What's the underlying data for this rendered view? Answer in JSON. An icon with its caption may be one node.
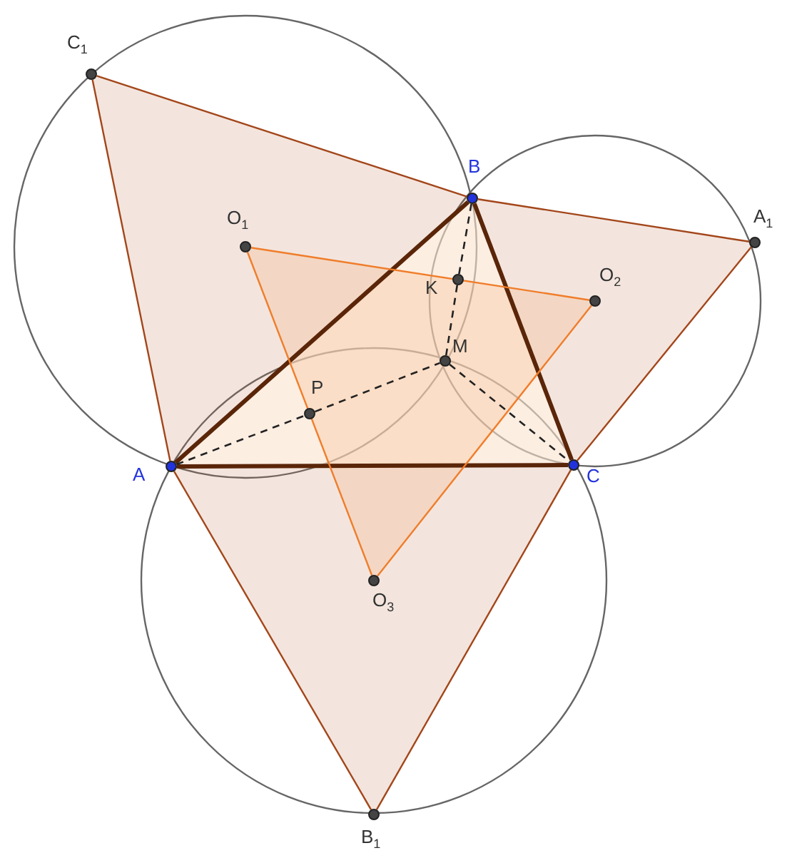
{
  "diagram": {
    "nodes": [
      {
        "text": [
          "C$_{1}$"
        ]
      },
      {
        "text": [
          "B"
        ]
      },
      {
        "text": [
          "O$_{1}$"
        ]
      },
      {
        "text": [
          "A$_{1}$"
        ]
      },
      {
        "text": [
          "K"
        ]
      },
      {
        "text": [
          "O$_{2}$"
        ]
      },
      {
        "text": [
          "M"
        ]
      },
      {
        "text": [
          "P"
        ]
      },
      {
        "text": [
          "A"
        ]
      },
      {
        "text": [
          "C"
        ]
      },
      {
        "text": [
          "O$_{3}$"
        ]
      },
      {
        "text": [
          "B$_{1}$"
        ]
      }
    ],
    "edges": [
      {
        "from": 0,
        "to": 8,
        "arrow": "none"
      },
      {
        "from": 0,
        "to": 1,
        "arrow": "none"
      },
      {
        "from": 1,
        "to": 3,
        "arrow": "none"
      },
      {
        "from": 3,
        "to": 9,
        "arrow": "none"
      },
      {
        "from": 8,
        "to": 11,
        "arrow": "none"
      },
      {
        "from": 11,
        "to": 9,
        "arrow": "none"
      },
      {
        "from": 8,
        "to": 1,
        "arrow": "none",
        "style": "thick",
        "color": "#5a2508"
      },
      {
        "from": 1,
        "to": 9,
        "arrow": "none",
        "style": "thick",
        "color": "#5a2508"
      },
      {
        "from": 8,
        "to": 9,
        "arrow": "none",
        "style": "thick",
        "color": "#5a2508"
      },
      {
        "from": 2,
        "to": 5,
        "arrow": "none",
        "color": "#f07d2a"
      },
      {
        "from": 5,
        "to": 10,
        "arrow": "none",
        "color": "#f07d2a"
      },
      {
        "from": 10,
        "to": 2,
        "arrow": "none",
        "color": "#f07d2a"
      },
      {
        "from": 8,
        "to": 7,
        "arrow": "none",
        "style": "dashed",
        "color": "#222222"
      },
      {
        "from": 7,
        "to": 6,
        "arrow": "none",
        "style": "dashed",
        "color": "#222222"
      },
      {
        "from": 1,
        "to": 4,
        "arrow": "none",
        "style": "dashed",
        "color": "#222222"
      },
      {
        "from": 4,
        "to": 6,
        "arrow": "none",
        "style": "dashed",
        "color": "#222222"
      },
      {
        "from": 6,
        "to": 9,
        "arrow": "none",
        "style": "dashed",
        "color": "#222222"
      }
    ]
  }
}
